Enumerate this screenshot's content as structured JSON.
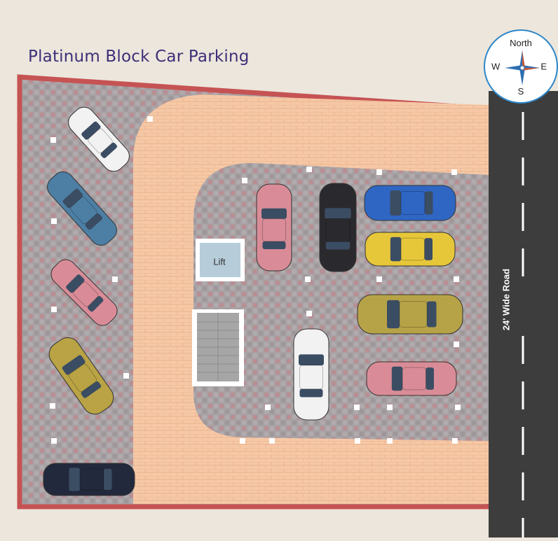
{
  "title": "Platinum Block Car Parking",
  "lift_label": "Lift",
  "road_label": "24' Wide Road",
  "compass": {
    "north": "North",
    "south": "S",
    "east": "E",
    "west": "W"
  },
  "colors": {
    "background": "#ece6dc",
    "boundary": "#c65353",
    "paving": "#a7a1a4",
    "driveway": "#f6c8a6",
    "road": "#3d3d3d",
    "title": "#3d2f78",
    "compass_ring": "#2e86c9"
  },
  "cars": [
    {
      "id": "car-white-1",
      "color": "#f2f2f2"
    },
    {
      "id": "car-grey-1",
      "color": "#4d7fa4"
    },
    {
      "id": "car-pink-1",
      "color": "#d98c97"
    },
    {
      "id": "car-olive-1",
      "color": "#b9a344"
    },
    {
      "id": "car-navy-1",
      "color": "#23293c"
    },
    {
      "id": "car-pink-2",
      "color": "#d98c97"
    },
    {
      "id": "car-black-1",
      "color": "#2a2a2e"
    },
    {
      "id": "car-blue-1",
      "color": "#2f66c4"
    },
    {
      "id": "car-yellow-1",
      "color": "#e7c73a"
    },
    {
      "id": "car-olive-2",
      "color": "#b7a347"
    },
    {
      "id": "car-white-2",
      "color": "#f2f2f2"
    },
    {
      "id": "car-pink-3",
      "color": "#d98c97"
    }
  ]
}
